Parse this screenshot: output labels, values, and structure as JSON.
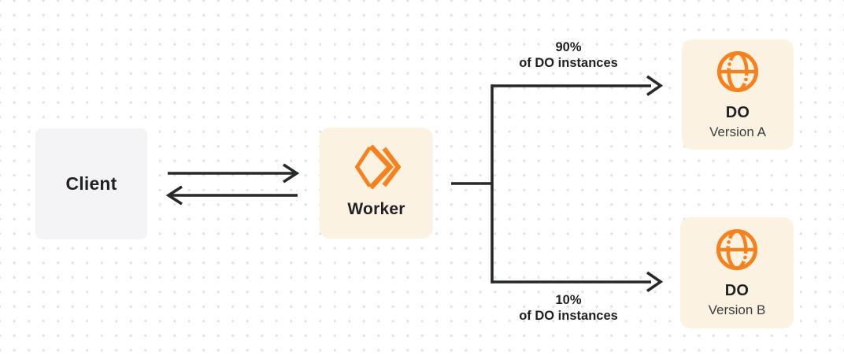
{
  "diagram": {
    "nodes": {
      "client": {
        "label": "Client"
      },
      "worker": {
        "label": "Worker",
        "icon": "workers-icon"
      },
      "do_version_a": {
        "title": "DO",
        "subtitle": "Version A",
        "icon": "globe-icon"
      },
      "do_version_b": {
        "title": "DO",
        "subtitle": "Version B",
        "icon": "globe-icon"
      }
    },
    "edges": {
      "client_worker": {
        "type": "bidirectional-arrows"
      },
      "to_version_a": {
        "label_line1": "90%",
        "label_line2": "of DO instances"
      },
      "to_version_b": {
        "label_line1": "10%",
        "label_line2": "of DO instances"
      }
    },
    "colors": {
      "accent_orange": "#F6821F",
      "node_cream": "#FCF2E2",
      "node_gray": "#F4F4F6",
      "line_dark": "#26282A",
      "text_dark": "#1F2124",
      "text_secondary": "#3B3D40",
      "dot_grid": "#E3E3E6"
    }
  }
}
